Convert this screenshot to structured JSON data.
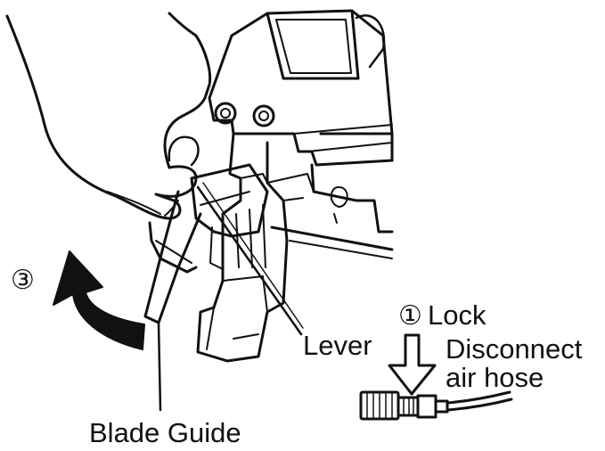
{
  "labels": {
    "step3_marker": "③",
    "step1_marker": "①",
    "lock": "Lock",
    "disconnect_line1": "Disconnect",
    "disconnect_line2": "air hose",
    "lever": "Lever",
    "blade_guide": "Blade Guide"
  },
  "colors": {
    "ink": "#111111",
    "background": "#ffffff"
  },
  "icons": {
    "curved_arrow": "curved-arrow-up-left-icon",
    "down_arrow": "hollow-down-arrow-icon",
    "air_coupler": "air-hose-coupler-icon"
  }
}
